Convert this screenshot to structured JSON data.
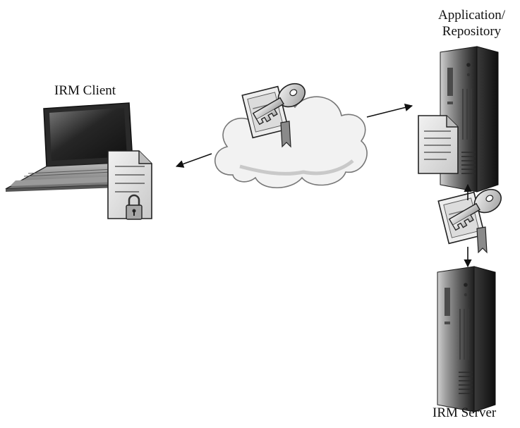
{
  "labels": {
    "irm_client": "IRM Client",
    "application_line1": "Application/",
    "application_line2": "Repository",
    "irm_server": "IRM Server"
  },
  "icons": {
    "laptop": "laptop-icon",
    "protected_document": "locked-document-icon",
    "cloud": "cloud-icon",
    "license": "license-certificate-key-icon",
    "document": "document-icon",
    "server": "server-tower-icon"
  },
  "colors": {
    "background": "#ffffff",
    "stroke": "#222222",
    "cloud_fill": "#f0f0f0",
    "tower_dark": "#2a2a2a",
    "tower_light": "#b0b0b0"
  }
}
